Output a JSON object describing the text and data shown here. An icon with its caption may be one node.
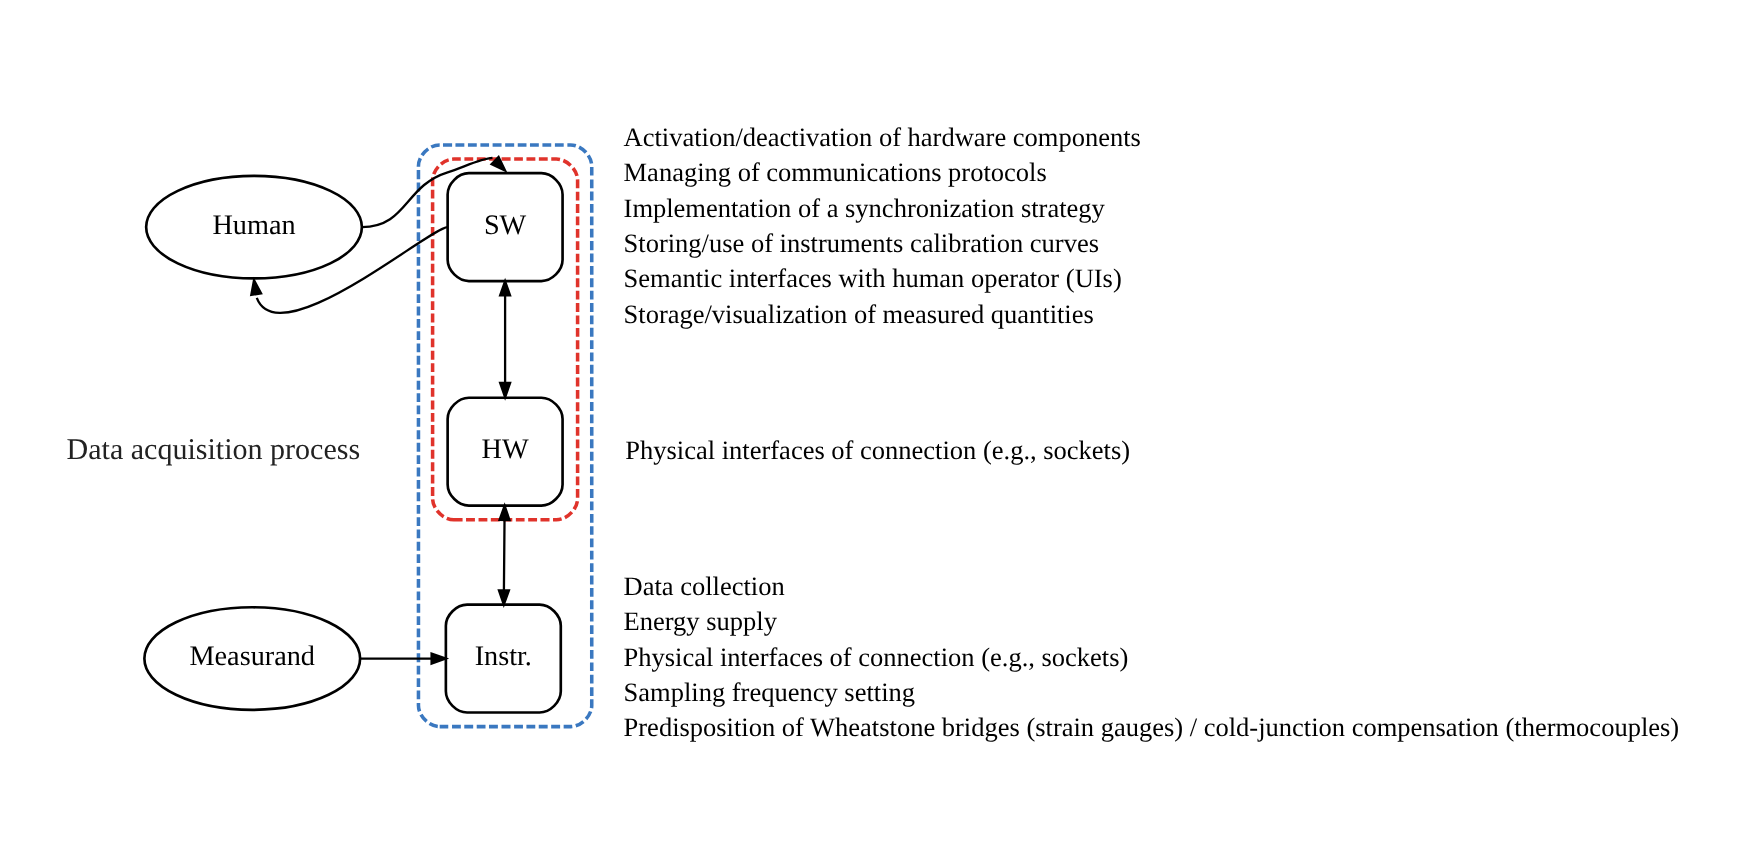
{
  "diagram": {
    "nodes": [
      {
        "text": [
          "Human"
        ]
      },
      {
        "text": [
          "Measurand"
        ]
      },
      {
        "text": [],
        "shape": "box"
      },
      {
        "text": [],
        "shape": "box",
        "in": 2
      },
      {
        "text": [
          "SW"
        ],
        "in": 3,
        "beside": [
          "Activation/deactivation of hardware components",
          "Managing of communications protocols",
          "Implementation of a synchronization strategy",
          "Storing/use of instruments calibration curves",
          "Semantic interfaces with human operator (UIs)",
          "Storage/visualization of measured quantities"
        ]
      },
      {
        "text": [
          "HW"
        ],
        "in": 3,
        "beside": [
          "Physical interfaces of connection (e.g., sockets)"
        ]
      },
      {
        "text": [
          "Instr."
        ],
        "in": 2,
        "beside": [
          "Data collection",
          "Energy supply",
          "Physical interfaces of connection (e.g., sockets)",
          "Sampling frequency setting",
          "Predisposition of Wheatstone bridges (strain gauges) / cold-junction compensation (thermocouples)"
        ]
      }
    ],
    "edges": [
      {
        "from": 0,
        "to": 4,
        "arrow": "to"
      },
      {
        "from": 4,
        "to": 0,
        "arrow": "to"
      },
      {
        "from": 4,
        "to": 5,
        "arrow": "both"
      },
      {
        "from": 5,
        "to": 6,
        "arrow": "both"
      },
      {
        "from": 1,
        "to": 6,
        "arrow": "to"
      }
    ],
    "labels": [
      "Data acquisition process"
    ]
  }
}
